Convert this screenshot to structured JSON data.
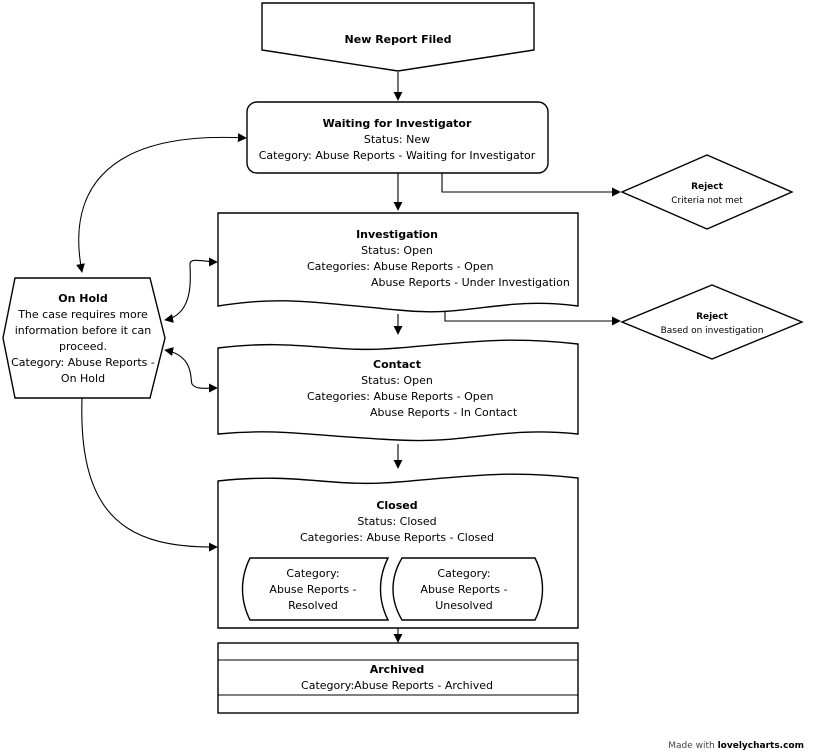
{
  "new_report": {
    "title": "New Report Filed"
  },
  "waiting": {
    "title": "Waiting for Investigator",
    "status": "Status: New",
    "category": "Category: Abuse Reports - Waiting for Investigator"
  },
  "reject_criteria": {
    "title": "Reject",
    "subtitle": "Criteria not met"
  },
  "investigation": {
    "title": "Investigation",
    "status": "Status: Open",
    "categories_1": "Categories:  Abuse Reports - Open",
    "categories_2": "Abuse Reports - Under Investigation"
  },
  "reject_investigation": {
    "title": "Reject",
    "subtitle": "Based on investigation"
  },
  "on_hold": {
    "title": "On Hold",
    "line1": "The case requires more",
    "line2": "information before it can",
    "line3": "proceed.",
    "line4": "Category: Abuse Reports -",
    "line5": "On Hold"
  },
  "contact": {
    "title": "Contact",
    "status": "Status: Open",
    "categories_1": "Categories: Abuse Reports - Open",
    "categories_2": "Abuse Reports - In Contact"
  },
  "closed": {
    "title": "Closed",
    "status": "Status: Closed",
    "categories": "Categories: Abuse Reports - Closed",
    "resolved_1": "Category:",
    "resolved_2": "Abuse Reports -",
    "resolved_3": "Resolved",
    "unresolved_1": "Category:",
    "unresolved_2": "Abuse Reports -",
    "unresolved_3": "Unesolved"
  },
  "archived": {
    "title": "Archived",
    "category": "Category:Abuse Reports - Archived"
  },
  "credit": {
    "prefix": "Made with ",
    "brand": "lovelycharts.com"
  }
}
